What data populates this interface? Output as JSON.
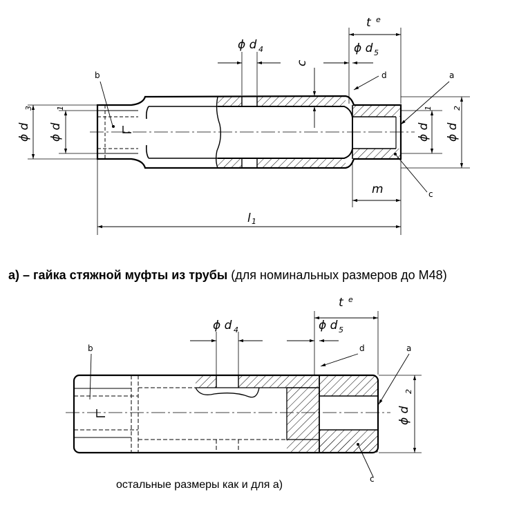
{
  "captions": {
    "a_prefix": "a) – гайка стяжной муфты из трубы",
    "a_suffix": " (для номинальных размеров до  М48)",
    "b_note": "остальные размеры как и для а)"
  },
  "labels": {
    "phi": "ϕ",
    "d": "d",
    "l": "l",
    "t": "t",
    "e": "e",
    "c": "c",
    "m": "m",
    "sub1": "1",
    "sub2": "2",
    "sub3": "3",
    "sub4": "4",
    "sub5": "5",
    "leader_a": "a",
    "leader_b": "b",
    "leader_c": "c",
    "leader_d": "d"
  }
}
